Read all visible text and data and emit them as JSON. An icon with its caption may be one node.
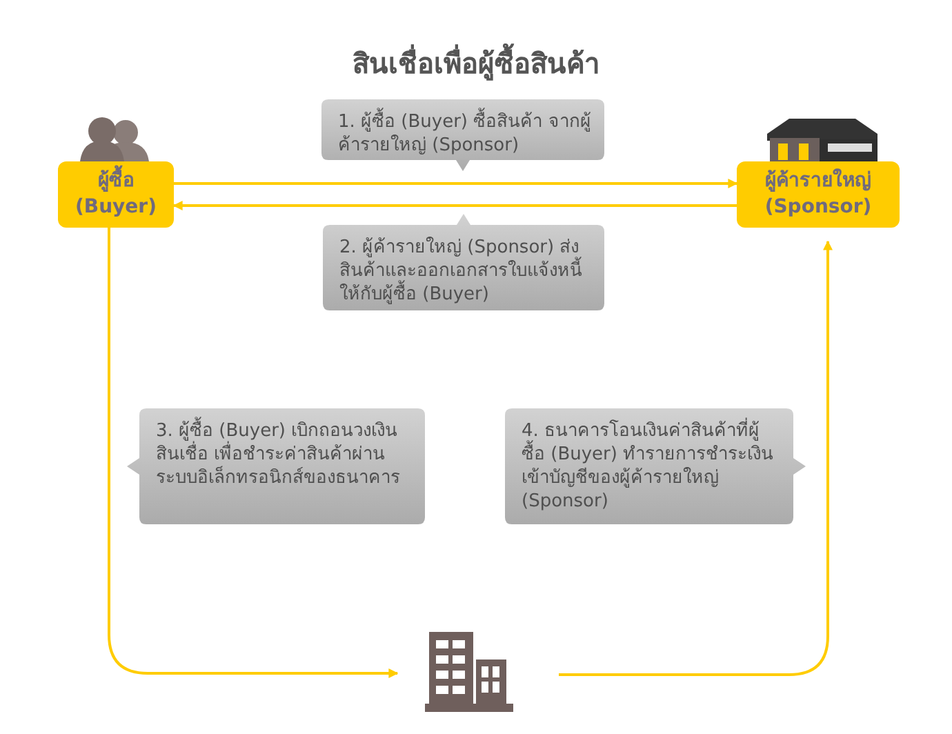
{
  "diagram": {
    "title": "สินเชื่อเพื่อผู้ซื้อสินค้า",
    "nodes": [
      {
        "text": [
          "ผู้ซื้อ (Buyer)"
        ]
      },
      {
        "text": [
          "ผู้ค้ารายใหญ่ (Sponsor)"
        ]
      },
      {
        "text": [
          "1. ผู้ซื้อ (Buyer) ซื้อสินค้า จากผู้ค้ารายใหญ่ (Sponsor)"
        ]
      },
      {
        "text": [
          "2. ผู้ค้ารายใหญ่ (Sponsor) ส่งสินค้าและออกเอกสารใบแจ้งหนี้ ให้กับผู้ซื้อ (Buyer)"
        ]
      },
      {
        "text": [
          "3. ผู้ซื้อ (Buyer) เบิกถอนวงเงินสินเชื่อ เพื่อชำระค่าสินค้าผ่านระบบอิเล็กทรอนิกส์ของธนาคาร"
        ]
      },
      {
        "text": [
          "4. ธนาคารโอนเงินค่าสินค้าที่ผู้ซื้อ (Buyer) ทำรายการชำระเงินเข้าบัญชีของผู้ค้ารายใหญ่ (Sponsor)"
        ]
      },
      {
        "text": [],
        "shape": "building"
      }
    ],
    "edges": [
      {
        "from": 0,
        "to": 1,
        "arrow": "to"
      },
      {
        "from": 1,
        "to": 0,
        "arrow": "to"
      },
      {
        "from": 0,
        "to": 6,
        "arrow": "to"
      },
      {
        "from": 6,
        "to": 1,
        "arrow": "to"
      }
    ]
  }
}
